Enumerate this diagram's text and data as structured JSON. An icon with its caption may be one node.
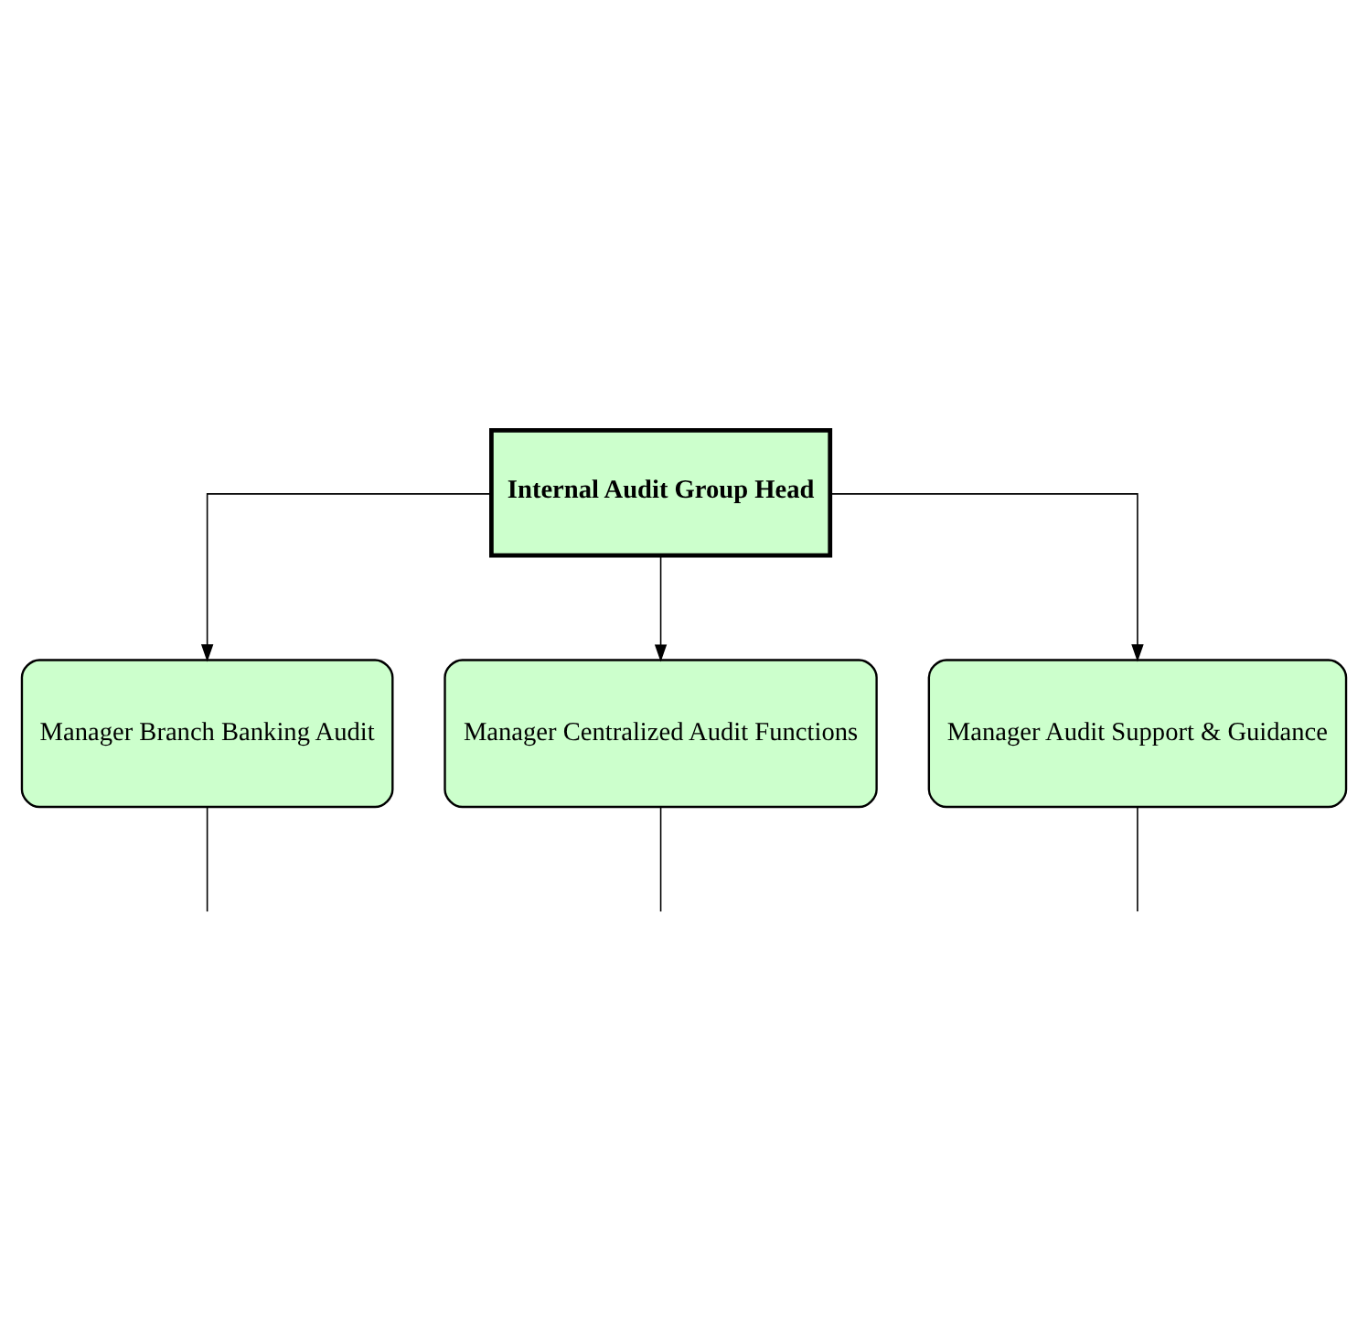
{
  "diagram": {
    "nodes": [
      {
        "text": [
          "Internal Audit Group Head"
        ]
      },
      {
        "text": [
          "Manager Branch Banking Audit"
        ]
      },
      {
        "text": [
          "Manager Centralized Audit Functions"
        ]
      },
      {
        "text": [
          "Manager Audit Support & Guidance"
        ]
      }
    ],
    "edges": [
      {
        "from": 0,
        "to": 1,
        "arrow": "to"
      },
      {
        "from": 0,
        "to": 2,
        "arrow": "to"
      },
      {
        "from": 0,
        "to": 3,
        "arrow": "to"
      },
      {
        "from": 1,
        "to": null,
        "arrow": "none"
      },
      {
        "from": 2,
        "to": null,
        "arrow": "none"
      },
      {
        "from": 3,
        "to": null,
        "arrow": "none"
      }
    ]
  }
}
